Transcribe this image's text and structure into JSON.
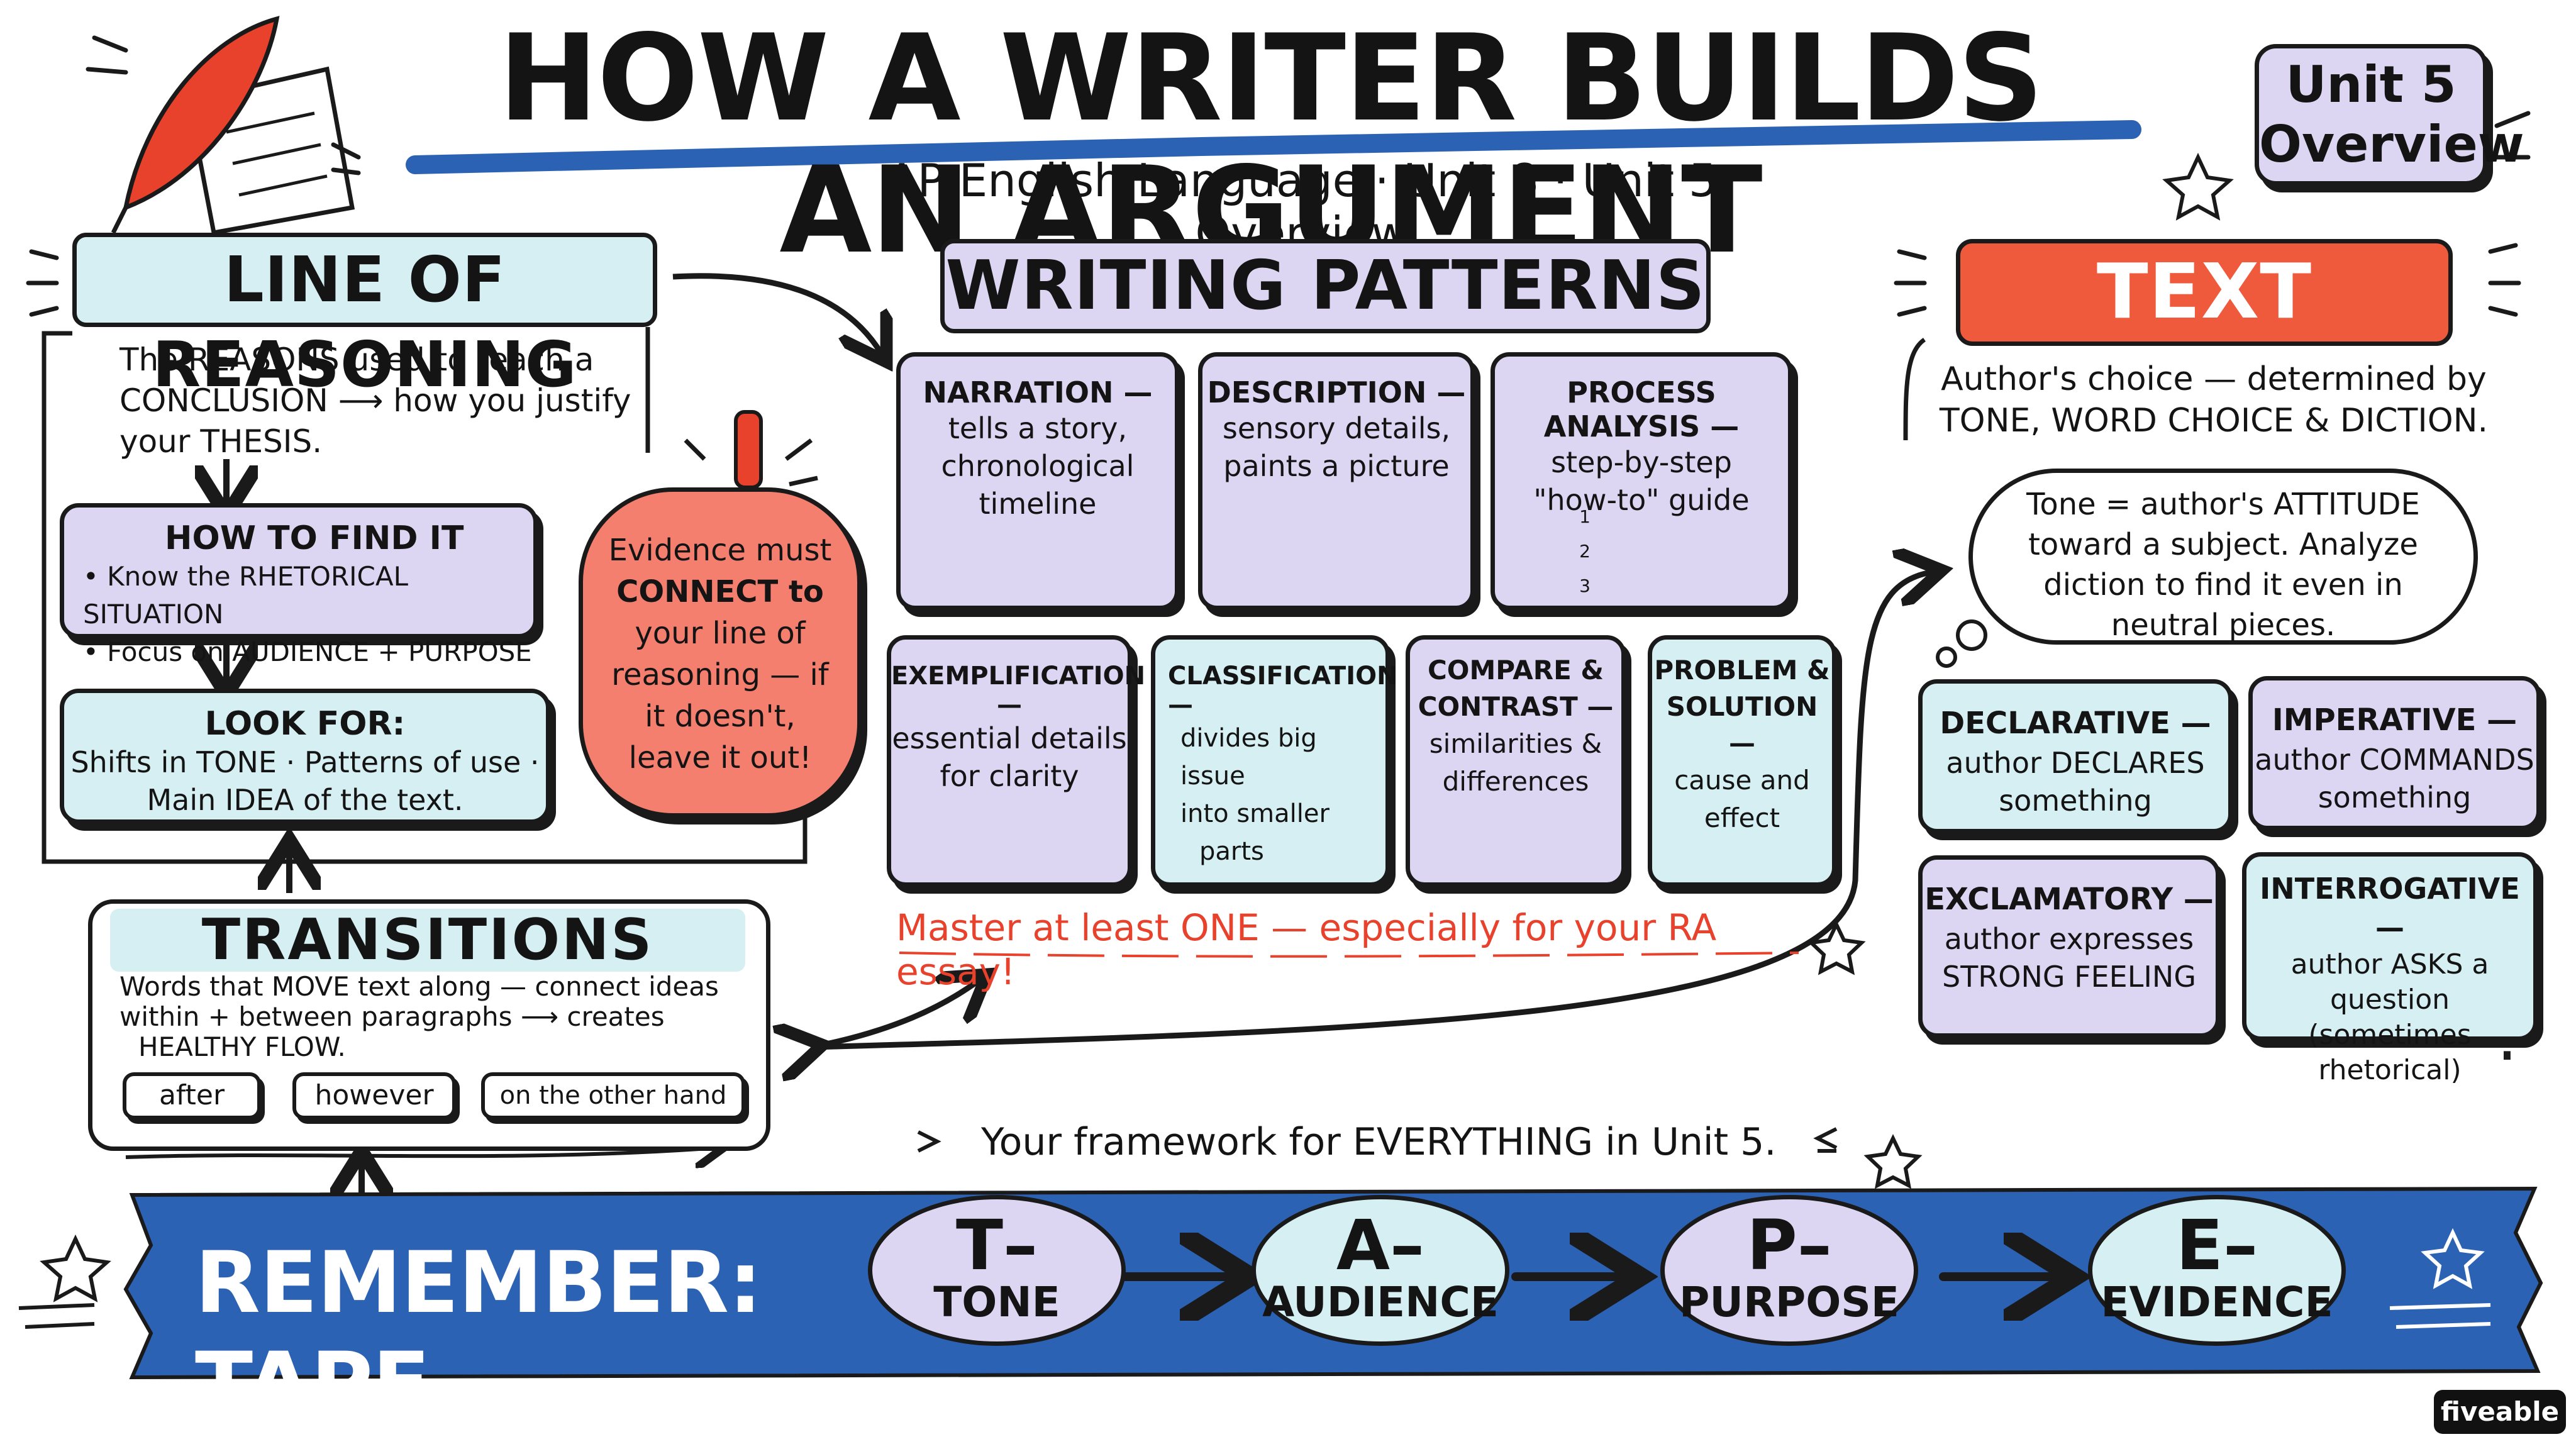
{
  "header": {
    "title": "HOW A WRITER BUILDS AN ARGUMENT",
    "subtitle": "AP English Language · Unit 8 · Unit 5 Overview",
    "badge_line1": "Unit 5",
    "badge_line2": "Overview"
  },
  "line_of_reasoning": {
    "title": "LINE OF REASONING",
    "desc_line1": "The REASONS used to reach a",
    "desc_line2": "CONCLUSION ⟶ how you justify",
    "desc_line3": "your THESIS.",
    "find_title": "HOW TO FIND IT",
    "find_item1": "• Know the RHETORICAL SITUATION",
    "find_item2": "• Focus on AUDIENCE + PURPOSE",
    "look_title": "LOOK FOR:",
    "look_line1": "Shifts in TONE · Patterns of use ·",
    "look_line2": "Main IDEA of the text."
  },
  "evidence_bubble": {
    "line1": "Evidence must",
    "line2": "CONNECT to",
    "line3": "your line of",
    "line4": "reasoning — if",
    "line5": "it doesn't,",
    "line6": "leave it out!"
  },
  "transitions": {
    "title": "TRANSITIONS",
    "desc_line1": "Words that MOVE text along — connect ideas",
    "desc_line2": "within + between paragraphs ⟶ creates",
    "desc_line3": "HEALTHY FLOW.",
    "tags": [
      "after",
      "however",
      "on the other hand"
    ]
  },
  "writing_patterns": {
    "title": "WRITING PATTERNS",
    "narration": {
      "head": "NARRATION —",
      "l1": "tells a story,",
      "l2": "chronological",
      "l3": "timeline"
    },
    "description": {
      "head": "DESCRIPTION —",
      "l1": "sensory details,",
      "l2": "paints a picture"
    },
    "process": {
      "head": "PROCESS ANALYSIS —",
      "l1": "step-by-step",
      "l2": "\"how-to\" guide",
      "n1": "1",
      "n2": "2",
      "n3": "3"
    },
    "exemplification": {
      "head": "EXEMPLIFICATION —",
      "l1": "essential details",
      "l2": "for clarity"
    },
    "classification": {
      "head": "CLASSIFICATION —",
      "l1": "divides big issue",
      "l2": "into smaller",
      "l3": "parts"
    },
    "compare": {
      "head1": "COMPARE &",
      "head2": "CONTRAST —",
      "l1": "similarities &",
      "l2": "differences"
    },
    "problem": {
      "head1": "PROBLEM &",
      "head2": "SOLUTION —",
      "l1": "cause and",
      "l2": "effect"
    },
    "footer": "Master at least ONE — especially for your RA essay!"
  },
  "text_style": {
    "title": "TEXT STYLE",
    "desc_line1": "Author's choice — determined by",
    "desc_line2": "TONE, WORD CHOICE & DICTION.",
    "cloud_line1": "Tone = author's ATTITUDE",
    "cloud_line2": "toward a subject. Analyze",
    "cloud_line3": "diction to find it even in",
    "cloud_line4": "neutral pieces.",
    "declarative": {
      "head": "DECLARATIVE —",
      "l1": "author DECLARES",
      "l2": "something"
    },
    "imperative": {
      "head": "IMPERATIVE —",
      "l1": "author COMMANDS",
      "l2": "something"
    },
    "exclamatory": {
      "head": "EXCLAMATORY —",
      "l1": "author expresses",
      "l2": "STRONG FEELING"
    },
    "interrogative": {
      "head": "INTERROGATIVE —",
      "l1": "author ASKS a",
      "l2": "question (sometimes",
      "l3": "rhetorical)"
    }
  },
  "framework": {
    "caption": "Your framework for EVERYTHING in Unit 5.",
    "banner": "REMEMBER: TAPE",
    "items": [
      {
        "letter": "T–",
        "word": "TONE"
      },
      {
        "letter": "A–",
        "word": "AUDIENCE"
      },
      {
        "letter": "P–",
        "word": "PURPOSE"
      },
      {
        "letter": "E–",
        "word": "EVIDENCE"
      }
    ]
  },
  "brand": {
    "logo": "fiveable"
  },
  "colors": {
    "lavender": "#ddd6f3",
    "cyan": "#d6eff2",
    "salmon": "#f47f6f",
    "red_title": "#f05a3c",
    "blue_tape": "#2c62b4",
    "accent_red": "#e8412c"
  }
}
